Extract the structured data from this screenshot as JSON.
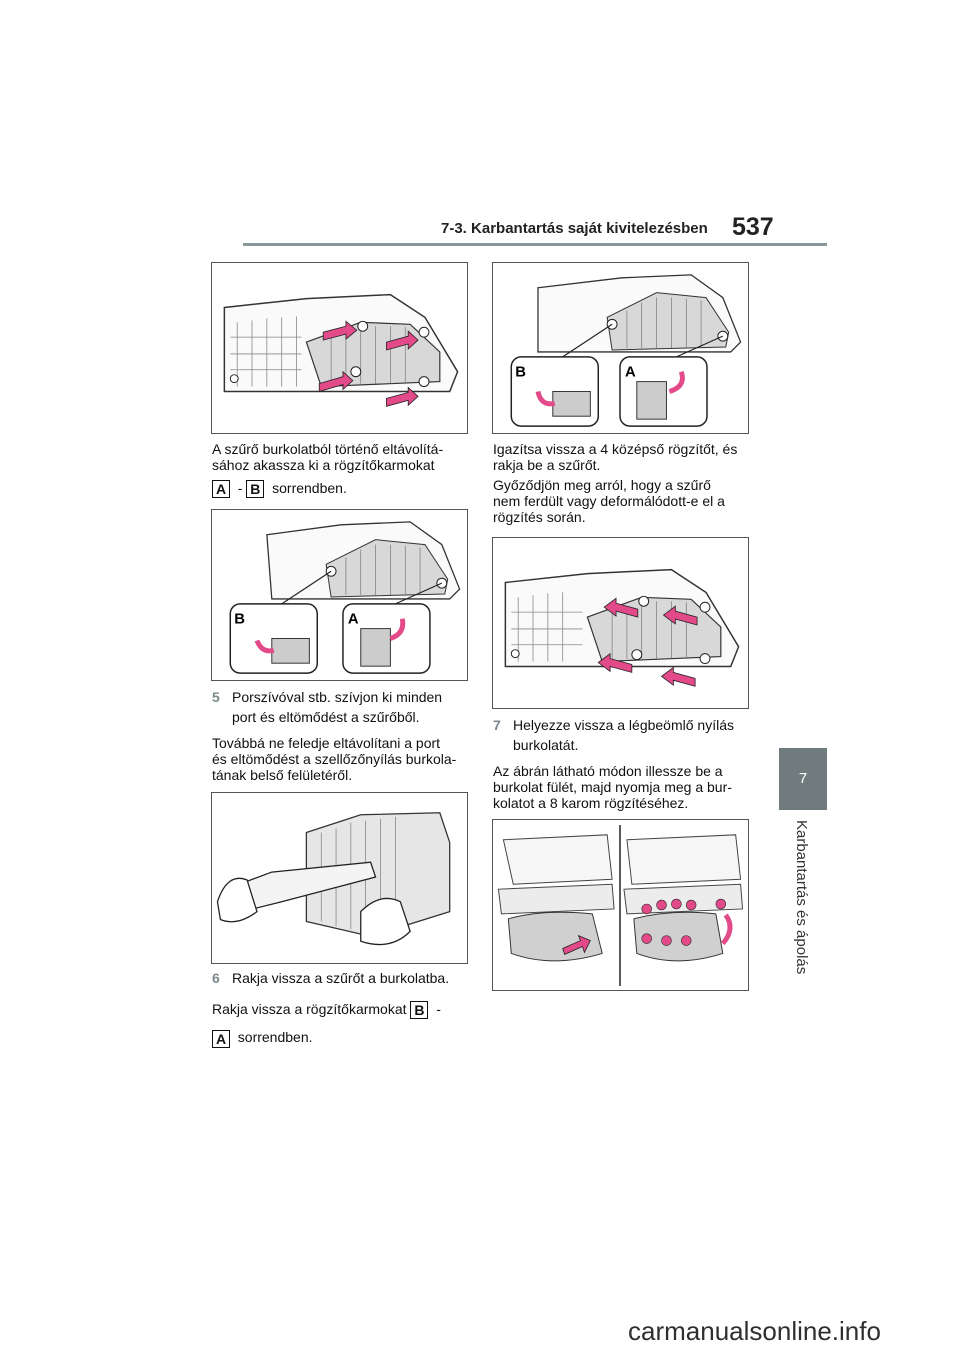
{
  "header": {
    "section_title": "7-3. Karbantartás saját kivitelezésben",
    "page_number": "537"
  },
  "side_tab": {
    "chapter_number": "7",
    "chapter_title": "Karbantartás és ápolás"
  },
  "left_column": {
    "text_1": {
      "line1": "A szűrő burkolatból történő eltávolítá-",
      "line2": "sához akassza ki a rögzítőkarmokat",
      "badge_a": "A",
      "dash": "-",
      "badge_b": "B",
      "tail": "sorrendben."
    },
    "step_5": {
      "number": "5",
      "line1": "Porszívóval stb. szívjon ki minden",
      "line2": "port és eltömődést a szűrőből."
    },
    "text_2": {
      "line1": "Továbbá ne feledje eltávolítani a port",
      "line2": "és eltömődést a szellőzőnyílás burkola-",
      "line3": "tának belső felületéről."
    },
    "step_6": {
      "number": "6",
      "text": "Rakja vissza a szűrőt a burkolatba."
    },
    "text_3": {
      "line1": "Rakja vissza a rögzítőkarmokat",
      "badge_b": "B",
      "dash": "-",
      "badge_a": "A",
      "tail": "sorrendben."
    }
  },
  "right_column": {
    "text_1": {
      "line1": "Igazítsa vissza a 4 középső rögzítőt, és",
      "line2": "rakja be a szűrőt."
    },
    "text_2": {
      "line1": "Győződjön meg arról, hogy a szűrő",
      "line2": "nem ferdült vagy deformálódott-e el a",
      "line3": "rögzítés során."
    },
    "step_7": {
      "number": "7",
      "line1": "Helyezze vissza a légbeömlő nyílás",
      "line2": "burkolatát."
    },
    "text_3": {
      "line1": "Az ábrán látható módon illessze be a",
      "line2": "burkolat fülét, majd nyomja meg a bur-",
      "line3": "kolatot a 8 karom rögzítéséhez."
    }
  },
  "figure_labels": {
    "label_a": "A",
    "label_b": "B"
  },
  "footer": {
    "watermark": "carmanualsonline.info"
  },
  "colors": {
    "arrow_pink": "#e24a8a",
    "rule_gray": "#8a9799",
    "tab_gray": "#6f7b7d"
  }
}
